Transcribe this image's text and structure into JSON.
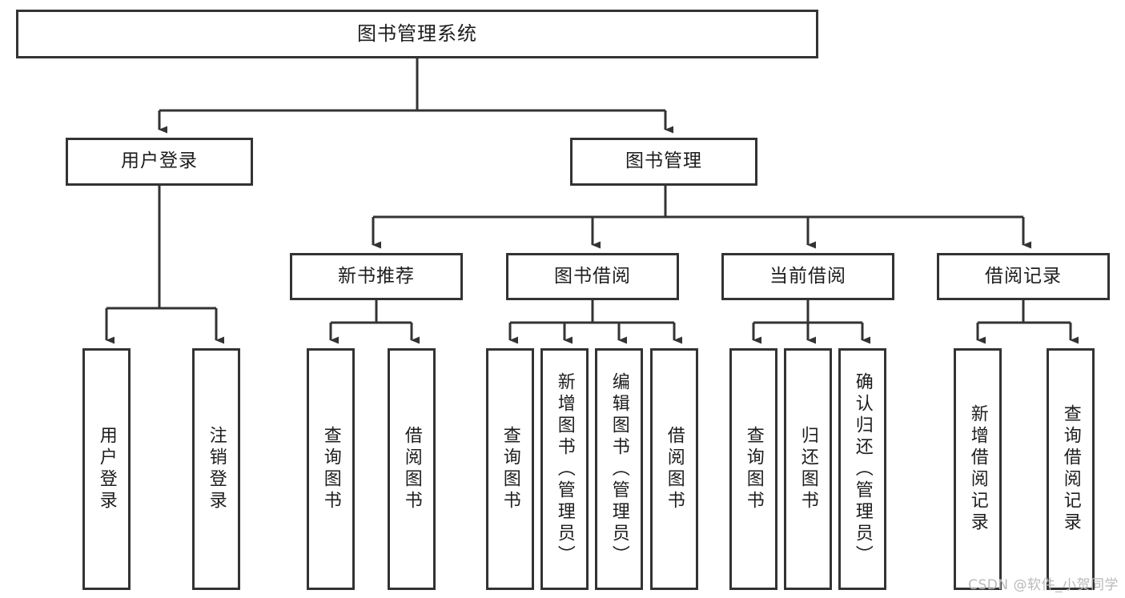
{
  "diagram": {
    "type": "tree",
    "title": "图书管理系统",
    "orientation": "top-down",
    "levels": 4,
    "colors": {
      "background": "#ffffff",
      "box_border": "#333333",
      "box_fill": "#ffffff",
      "connector": "#333333",
      "text": "#1d1d1d",
      "watermark": "#b9b9b9"
    },
    "root": {
      "label": "图书管理系统"
    },
    "level2": [
      {
        "label": "用户登录"
      },
      {
        "label": "图书管理"
      }
    ],
    "level3": [
      {
        "label": "新书推荐"
      },
      {
        "label": "图书借阅"
      },
      {
        "label": "当前借阅"
      },
      {
        "label": "借阅记录"
      }
    ],
    "leaves": {
      "user_login": [
        {
          "label": "用户登录"
        },
        {
          "label": "注销登录"
        }
      ],
      "new_book_recommend": [
        {
          "label": "查询图书"
        },
        {
          "label": "借阅图书"
        }
      ],
      "book_borrow": [
        {
          "label": "查询图书"
        },
        {
          "label": "新增图书（管理员）"
        },
        {
          "label": "编辑图书（管理员）"
        },
        {
          "label": "借阅图书"
        }
      ],
      "current_borrow": [
        {
          "label": "查询图书"
        },
        {
          "label": "归还图书"
        },
        {
          "label": "确认归还（管理员）"
        }
      ],
      "borrow_record": [
        {
          "label": "新增借阅记录"
        },
        {
          "label": "查询借阅记录"
        }
      ]
    }
  },
  "watermark": {
    "text": "CSDN @软件_小贺同学"
  }
}
